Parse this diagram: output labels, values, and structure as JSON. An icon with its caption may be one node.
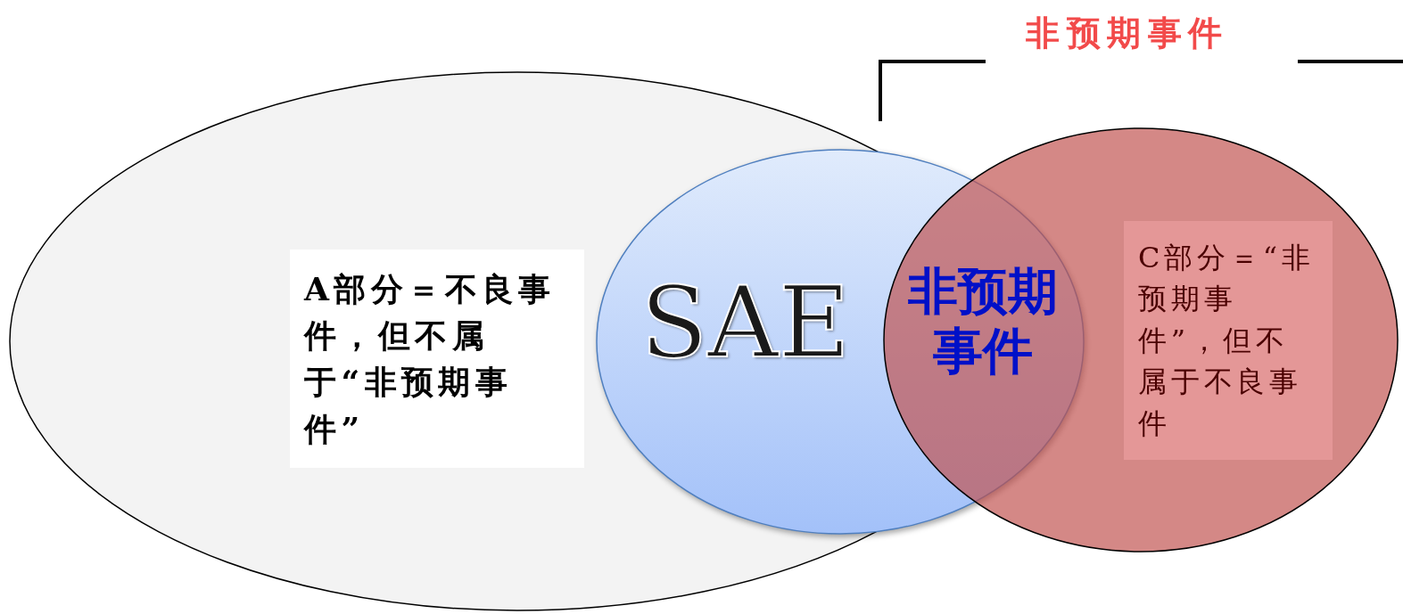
{
  "diagram": {
    "nodes": [
      {
        "text": [
          "A部分＝不良事件，但不属于“非预期事件”"
        ]
      },
      {
        "text": [
          "SAE"
        ]
      },
      {
        "text": [
          "C部分＝“非预期事件”，但不属于不良事件"
        ]
      }
    ],
    "labels": [
      "非预期事件",
      "非预期事件"
    ]
  }
}
